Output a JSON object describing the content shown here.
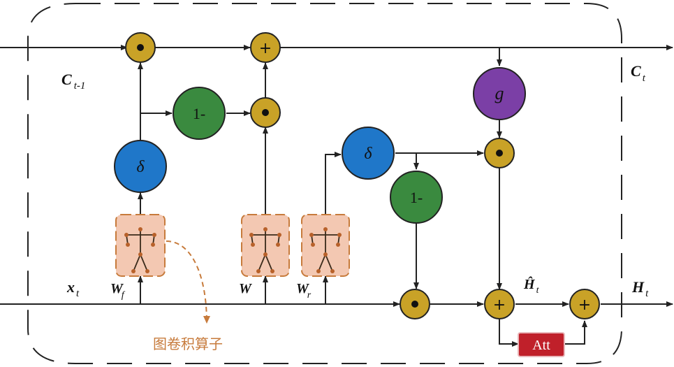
{
  "labels": {
    "c_prev": "C",
    "c_prev_sub": "t-1",
    "c_next": "C",
    "c_next_sub": "t",
    "x_in": "x",
    "x_in_sub": "t",
    "h_out": "H",
    "h_out_sub": "t",
    "h_hat": "Ĥ",
    "h_hat_sub": "t",
    "w_f": "W",
    "w_f_sub": "f",
    "w": "W",
    "w_r": "W",
    "w_r_sub": "r",
    "gcn_caption": "图卷积算子"
  },
  "ops": {
    "mult_symbol": "●",
    "add_symbol": "+",
    "sigma": "δ",
    "one_minus": "1-",
    "g": "g",
    "att": "Att"
  },
  "colors": {
    "mult_op": "#c9a227",
    "sigma_node": "#1f77c9",
    "one_minus_node": "#3a8a3f",
    "g_node": "#7b3fa6",
    "att_box": "#c0202a",
    "gcn_fill": "#f3c8b2",
    "gcn_stroke": "#c77b3c",
    "caption": "#c77b3c"
  }
}
